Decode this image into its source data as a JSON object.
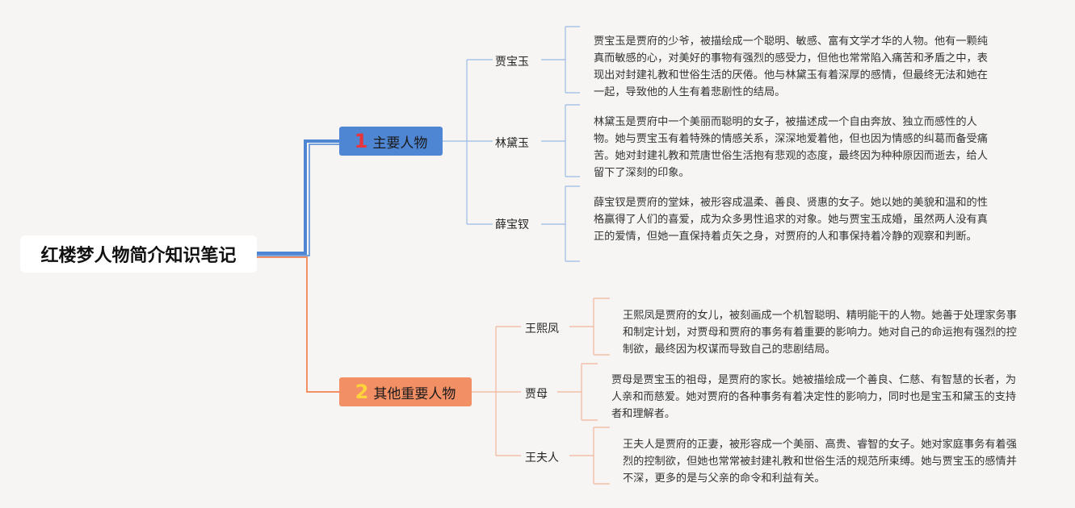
{
  "title": "红楼梦人物简介知识笔记",
  "branches": [
    {
      "number": "1",
      "label": "主要人物",
      "characters": [
        {
          "name": "贾宝玉",
          "description": "贾宝玉是贾府的少爷，被描绘成一个聪明、敏感、富有文学才华的人物。他有一颗纯真而敏感的心，对美好的事物有强烈的感受力，但他也常常陷入痛苦和矛盾之中，表现出对封建礼教和世俗生活的厌倦。他与林黛玉有着深厚的感情，但最终无法和她在一起，导致他的人生有着悲剧性的结局。"
        },
        {
          "name": "林黛玉",
          "description": "林黛玉是贾府中一个美丽而聪明的女子，被描述成一个自由奔放、独立而感性的人物。她与贾宝玉有着特殊的情感关系，深深地爱着他，但也因为情感的纠葛而备受痛苦。她对封建礼教和荒唐世俗生活抱有悲观的态度，最终因为种种原因而逝去，给人留下了深刻的印象。"
        },
        {
          "name": "薛宝钗",
          "description": "薛宝钗是贾府的堂妹，被形容成温柔、善良、贤惠的女子。她以她的美貌和温和的性格赢得了人们的喜爱，成为众多男性追求的对象。她与贾宝玉成婚，虽然两人没有真正的爱情，但她一直保持着贞矢之身，对贾府的人和事保持着冷静的观察和判断。"
        }
      ]
    },
    {
      "number": "2",
      "label": "其他重要人物",
      "characters": [
        {
          "name": "王熙凤",
          "description": "王熙凤是贾府的女儿，被刻画成一个机智聪明、精明能干的人物。她善于处理家务事和制定计划，对贾母和贾府的事务有着重要的影响力。她对自己的命运抱有强烈的控制欲，最终因为权谋而导致自己的悲剧结局。"
        },
        {
          "name": "贾母",
          "description": "贾母是贾宝玉的祖母，是贾府的家长。她被描绘成一个善良、仁慈、有智慧的长者，为人亲和而慈爱。她对贾府的各种事务有着决定性的影响力，同时也是宝玉和黛玉的支持者和理解者。"
        },
        {
          "name": "王夫人",
          "description": "王夫人是贾府的正妻，被形容成一个美丽、高贵、睿智的女子。她对家庭事务有着强烈的控制欲，但她也常常被封建礼教和世俗生活的规范所束缚。她与贾宝玉的感情并不深，更多的是与父亲的命令和利益有关。"
        }
      ]
    }
  ],
  "colors": {
    "background": "#f6f5f4",
    "branch1": "#4f86d3",
    "branch2": "#f28f65",
    "branch1_line": "#7ea7dd",
    "branch2_line": "#f0a98a"
  }
}
